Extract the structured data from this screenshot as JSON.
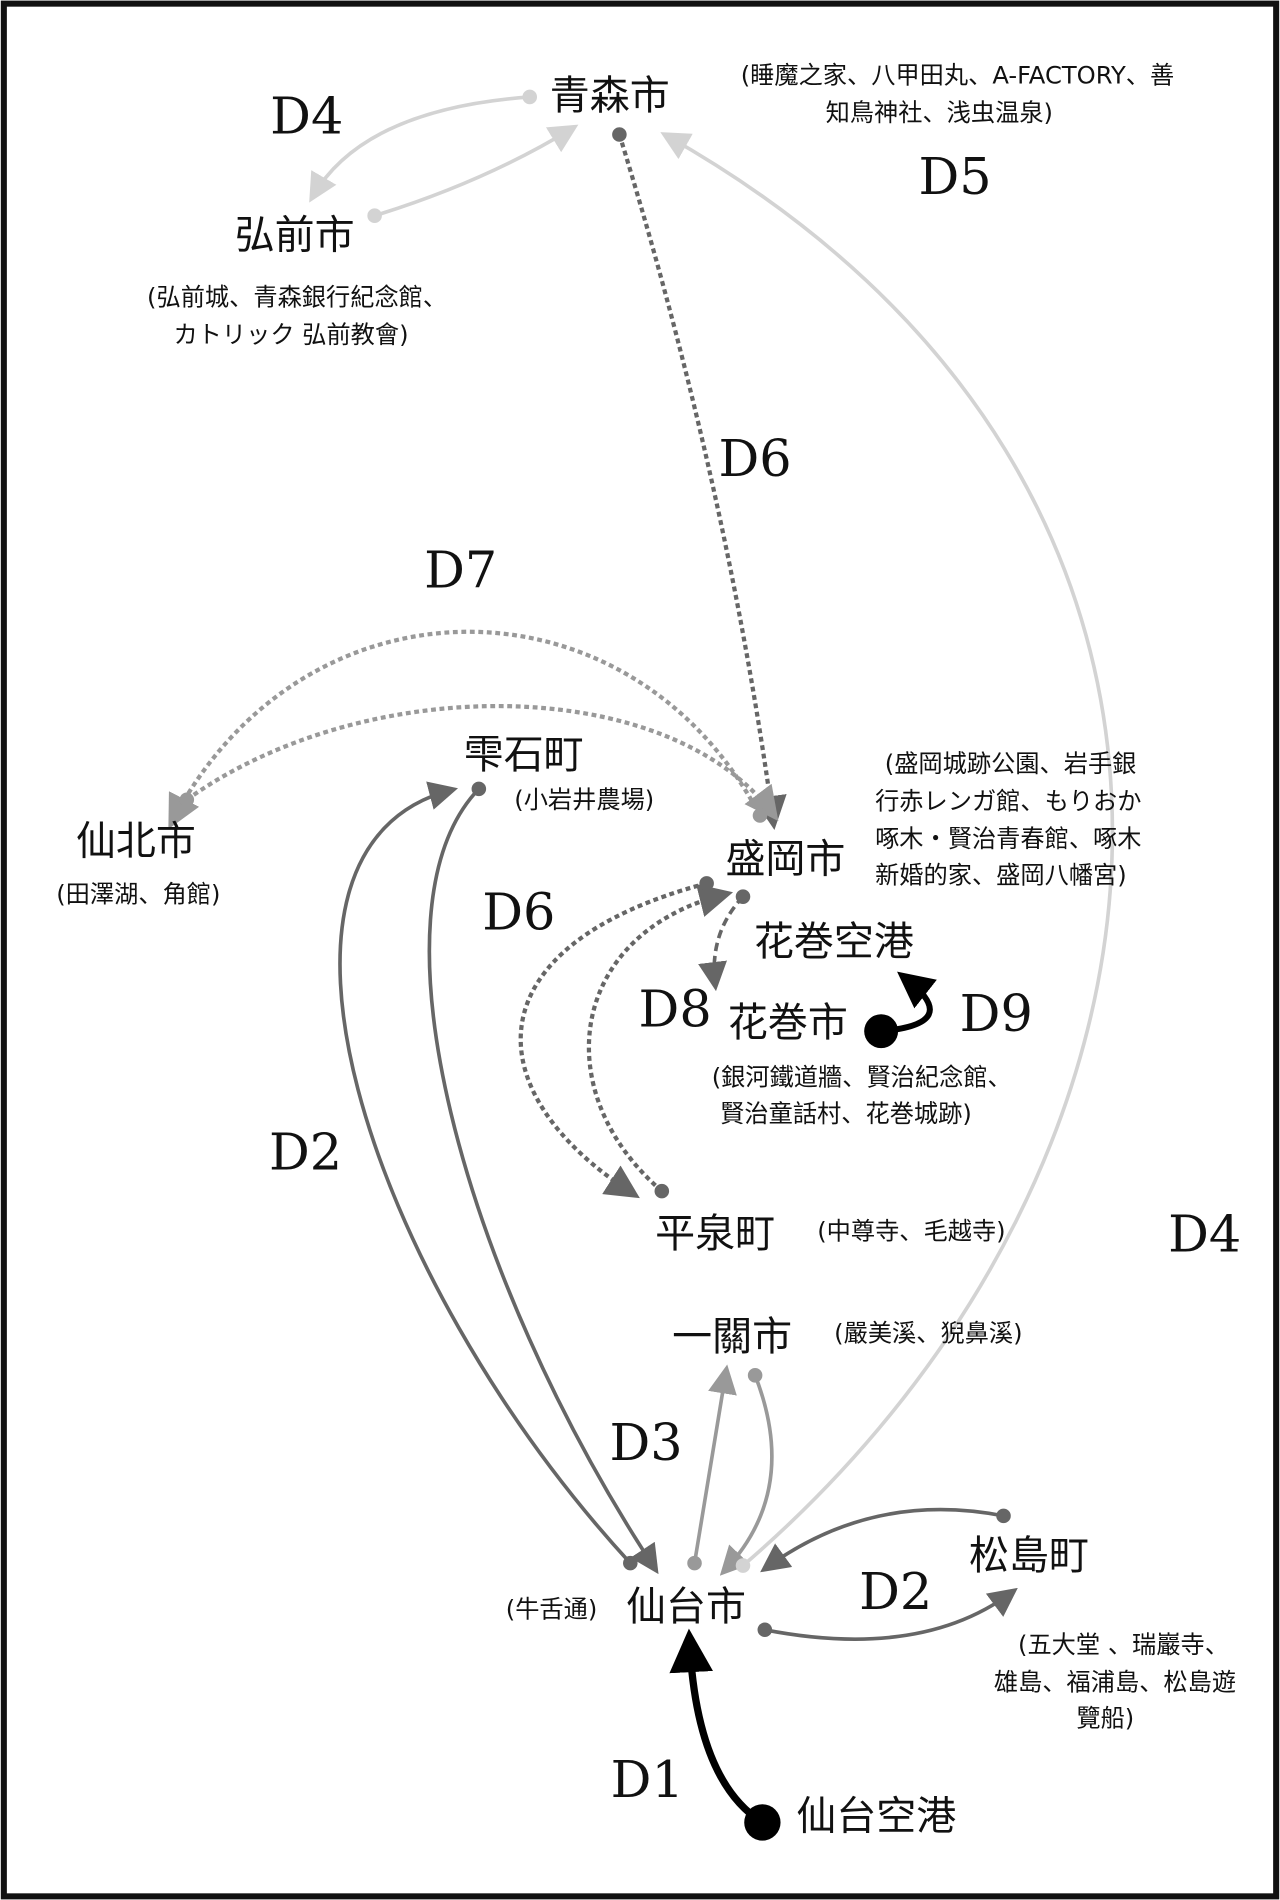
{
  "cities": {
    "aomori": {
      "name": "青森市",
      "notes": [
        "(睡魔之家、八甲田丸、A-FACTORY、善",
        "知鳥神社、浅虫温泉)"
      ]
    },
    "hirosaki": {
      "name": "弘前市",
      "notes": [
        "(弘前城、青森銀行紀念館、",
        "カトリック 弘前教會)"
      ]
    },
    "shizukuishi": {
      "name": "雫石町",
      "notes": [
        "(小岩井農場)"
      ]
    },
    "semboku": {
      "name": "仙北市",
      "notes": [
        "(田澤湖、角館)"
      ]
    },
    "morioka": {
      "name": "盛岡市",
      "notes": [
        "(盛岡城跡公園、岩手銀",
        "行赤レンガ館、もりおか",
        "啄木・賢治青春館、啄木",
        "新婚的家、盛岡八幡宮)"
      ]
    },
    "hanamaki_airport": {
      "name": "花巻空港"
    },
    "hanamaki": {
      "name": "花巻市",
      "notes": [
        "(銀河鐵道牆、賢治紀念館、",
        "賢治童話村、花巻城跡)"
      ]
    },
    "hiraizumi": {
      "name": "平泉町",
      "notes": [
        "(中尊寺、毛越寺)"
      ]
    },
    "ichinoseki": {
      "name": "一關市",
      "notes": [
        "(嚴美溪、猊鼻溪)"
      ]
    },
    "sendai": {
      "name": "仙台市",
      "notes": [
        "(牛舌通)"
      ]
    },
    "matsushima": {
      "name": "松島町",
      "notes": [
        "(五大堂 、瑞巖寺、",
        "雄島、福浦島、松島遊",
        "覽船)"
      ]
    },
    "sendai_airport": {
      "name": "仙台空港"
    }
  },
  "day_labels": {
    "d4_top": "D4",
    "d5": "D5",
    "d6_top": "D6",
    "d7": "D7",
    "d6_mid": "D6",
    "d8": "D8",
    "d9": "D9",
    "d2_left": "D2",
    "d4_right": "D4",
    "d3": "D3",
    "d2_right": "D2",
    "d1": "D1"
  },
  "colors": {
    "black": "#000000",
    "dark": "#666666",
    "mid": "#999999",
    "light": "#d3d3d3"
  }
}
